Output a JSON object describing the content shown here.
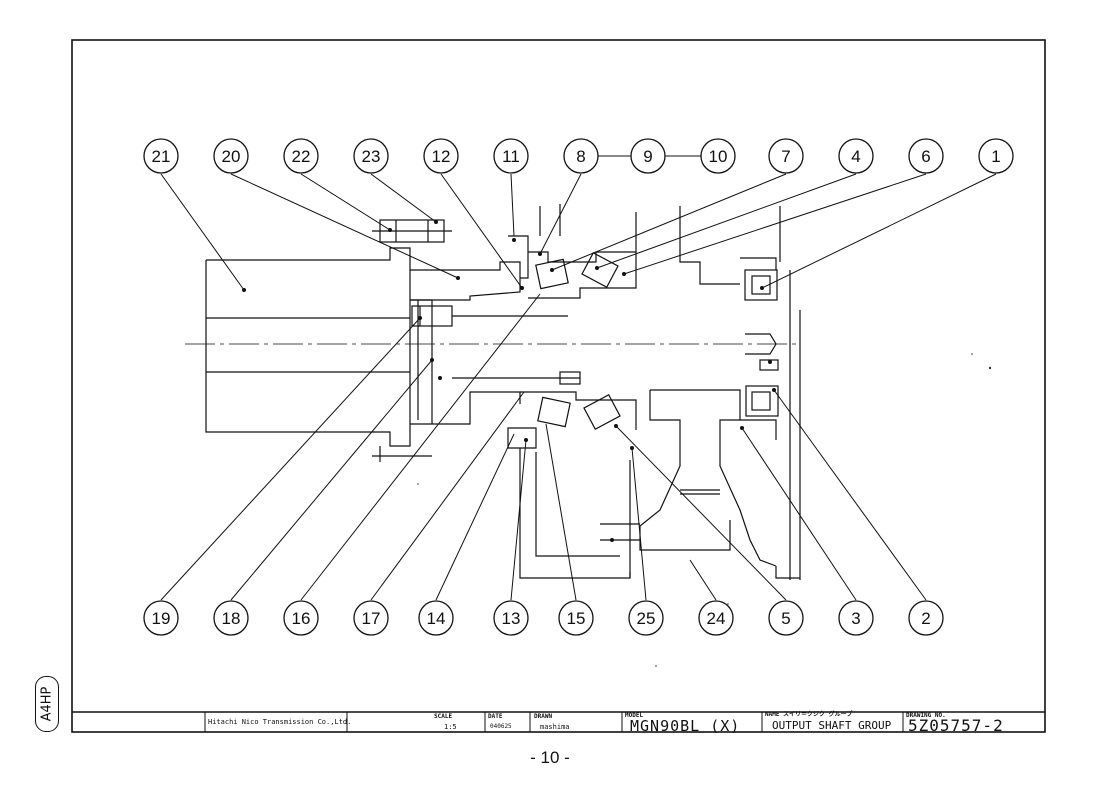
{
  "balloons": [
    {
      "label": "21"
    },
    {
      "label": "20"
    },
    {
      "label": "22"
    },
    {
      "label": "23"
    },
    {
      "label": "12"
    },
    {
      "label": "11"
    },
    {
      "label": "8"
    },
    {
      "label": "9"
    },
    {
      "label": "10"
    },
    {
      "label": "7"
    },
    {
      "label": "4"
    },
    {
      "label": "6"
    },
    {
      "label": "1"
    },
    {
      "label": "19"
    },
    {
      "label": "18"
    },
    {
      "label": "16"
    },
    {
      "label": "17"
    },
    {
      "label": "14"
    },
    {
      "label": "13"
    },
    {
      "label": "15"
    },
    {
      "label": "25"
    },
    {
      "label": "24"
    },
    {
      "label": "5"
    },
    {
      "label": "3"
    },
    {
      "label": "2"
    }
  ],
  "title_block": {
    "company": "Hitachi Nico Transmission Co.,Ltd.",
    "scale_label": "SCALE",
    "scale_value": "1:5",
    "date_label": "DATE",
    "date_value": "040625",
    "drawn_label": "DRAWN",
    "drawn_value": "mashima",
    "model_label": "MODEL",
    "model_value": "MGN90BL (X)",
    "name_label": "NAME スイリ＝クジク グループ",
    "name_value": "OUTPUT SHAFT GROUP",
    "drawing_no_label": "DRAWING NO.",
    "drawing_no_value": "5Z05757-2"
  },
  "side_tag": "A4HP",
  "page_number": "- 10 -"
}
